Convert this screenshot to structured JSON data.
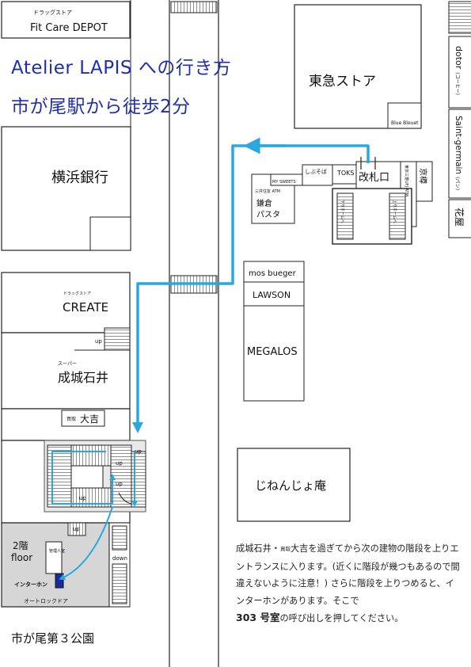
{
  "title": {
    "line1": "Atelier LAPIS への行き方",
    "line2": "市が尾駅から徒歩2分"
  },
  "buildings": {
    "fitcare_sub": "ドラッグストア",
    "fitcare": "Fit Care DEPOT",
    "yokohama_bank": "横浜銀行",
    "tokyu_store": "東急ストア",
    "blue_bleuet": "Blue Bleuet",
    "dotor": "dotor",
    "dotor_sub": "(コーヒー)",
    "saint_germain": "Saint-germain",
    "saint_germain_sub": "(パン)",
    "hanaya": "花屋",
    "kyotaru": "京樽",
    "bank_atm": "東京三菱UFJ ATM",
    "toks": "TOKS",
    "shibusoba": "しぶそば",
    "my_sweets": "MY SWEETS",
    "mitsui_atm": "三井住友 ATM",
    "kamakura_pasta_1": "鎌倉",
    "kamakura_pasta_2": "パスタ",
    "kaisatsu": "改札口",
    "platform_down": "下りホームへ",
    "platform_up": "上りホームへ",
    "mos": "mos bueger",
    "lawson": "LAWSON",
    "megalos": "MEGALOS",
    "create_sub": "ドラッグストア",
    "create": "CREATE",
    "seijo_sub": "スーパー",
    "seijo": "成城石井",
    "daikichi_sub": "買取",
    "daikichi": "大吉",
    "jinenjo": "じねんじょ庵",
    "floor_2": "2階",
    "floor_en": "floor",
    "kanri": "管理人室",
    "intercom": "インターホン",
    "autolock": "オートロックドア",
    "up": "up",
    "down": "down",
    "park": "市が尾第３公園"
  },
  "directions": {
    "p1": "成城石井・",
    "p1_small": "買取",
    "p1b": "大吉を過ぎてから次の建物の階段を上りエントランスに入ります。(近くに階段が幾つもあるので間違えないように注意！) さらに階段を上りつめると、インターホンがあります。そこで",
    "room": "303 号室",
    "p2": "の呼び出しを押してください。"
  },
  "colors": {
    "route": "#29a8e0",
    "title": "#1f2fa8",
    "intercom": "#1a2a9a",
    "floor_bg": "#d6d6d6"
  }
}
